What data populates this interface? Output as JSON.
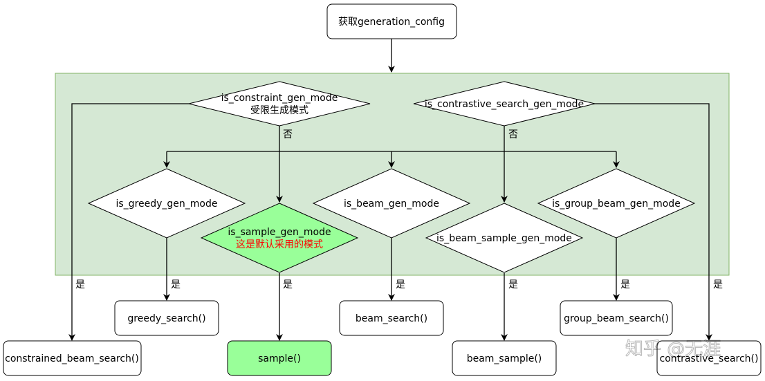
{
  "nodes": {
    "get_config": "获取generation_config",
    "constraint_line1": "is_constraint_gen_mode",
    "constraint_line2": "受限生成模式",
    "contrastive": "is_contrastive_search_gen_mode",
    "greedy": "is_greedy_gen_mode",
    "sample_line1": "is_sample_gen_mode",
    "sample_line2": "这是默认采用的模式",
    "beam": "is_beam_gen_mode",
    "beam_sample": "is_beam_sample_gen_mode",
    "group_beam": "is_group_beam_gen_mode",
    "greedy_search": "greedy_search()",
    "beam_search": "beam_search()",
    "group_beam_search": "group_beam_search()",
    "constrained_beam_search": "constrained_beam_search()",
    "sample": "sample()",
    "beam_sample_fn": "beam_sample()",
    "contrastive_search": "contrastive_search()"
  },
  "edge_labels": {
    "no": "否",
    "yes": "是"
  },
  "watermark": "知乎 @无涯",
  "colors": {
    "group_fill": "#d5e8d4",
    "group_stroke": "#82b366",
    "highlight_fill": "#99ff99",
    "note_red": "#ff0000"
  }
}
